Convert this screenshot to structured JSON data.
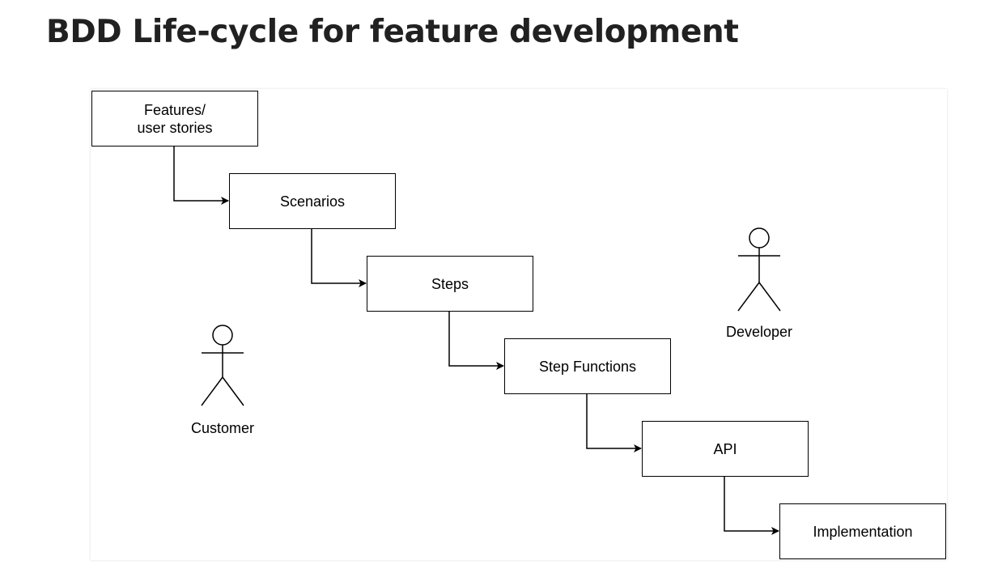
{
  "title": "BDD Life-cycle for feature development",
  "diagram": {
    "steps": [
      {
        "label": "Features/\nuser stories"
      },
      {
        "label": "Scenarios"
      },
      {
        "label": "Steps"
      },
      {
        "label": "Step Functions"
      },
      {
        "label": "API"
      },
      {
        "label": "Implementation"
      }
    ],
    "actors": [
      {
        "label": "Customer"
      },
      {
        "label": "Developer"
      }
    ]
  }
}
